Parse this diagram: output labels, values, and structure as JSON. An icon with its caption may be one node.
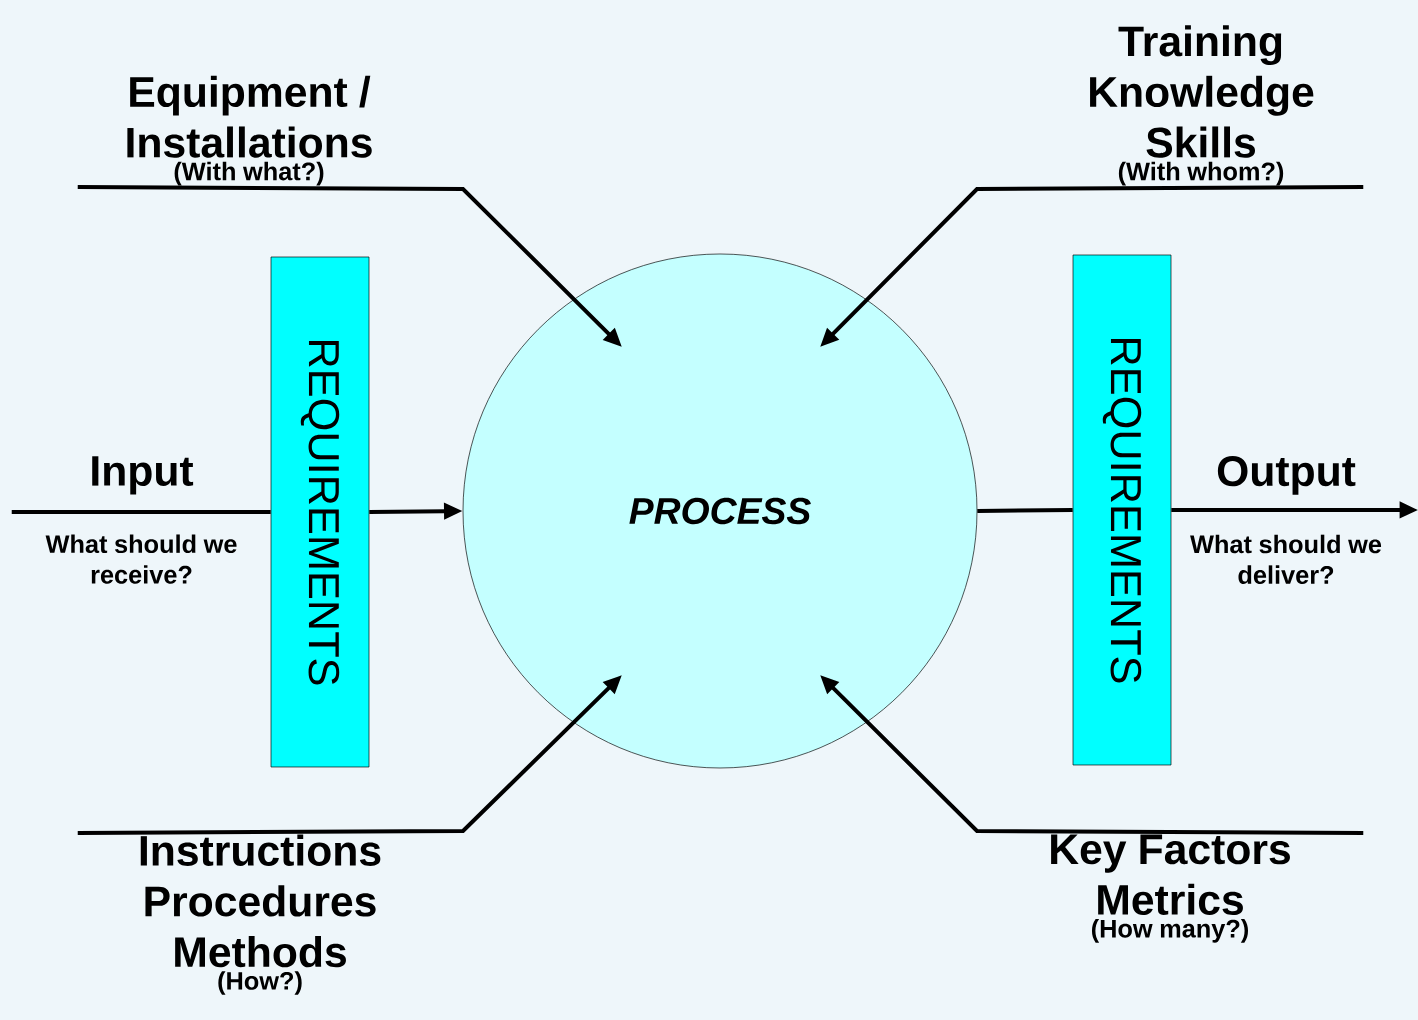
{
  "diagram": {
    "nodes": [
      {
        "text": [
          "Equipment / Installations",
          "(With what?)"
        ]
      },
      {
        "text": [
          "Training Knowledge Skills",
          "(With whom?)"
        ]
      },
      {
        "text": [
          "Input",
          "What should we receive?"
        ]
      },
      {
        "text": [
          "REQUIREMENTS"
        ]
      },
      {
        "text": [
          "PROCESS"
        ]
      },
      {
        "text": [
          "REQUIREMENTS"
        ]
      },
      {
        "text": [
          "Output",
          "What should we deliver?"
        ]
      },
      {
        "text": [
          "Instructions Procedures Methods",
          "(How?)"
        ]
      },
      {
        "text": [
          "Key Factors Metrics",
          "(How many?)"
        ]
      }
    ],
    "edges": [
      {
        "from": 0,
        "to": 4,
        "arrow": "to"
      },
      {
        "from": 1,
        "to": 4,
        "arrow": "to"
      },
      {
        "from": 2,
        "to": 3,
        "arrow": "none"
      },
      {
        "from": 3,
        "to": 4,
        "arrow": "to"
      },
      {
        "from": 4,
        "to": 5,
        "arrow": "none"
      },
      {
        "from": 5,
        "to": 6,
        "arrow": "to"
      },
      {
        "from": 7,
        "to": 4,
        "arrow": "to"
      },
      {
        "from": 8,
        "to": 4,
        "arrow": "to"
      }
    ]
  }
}
